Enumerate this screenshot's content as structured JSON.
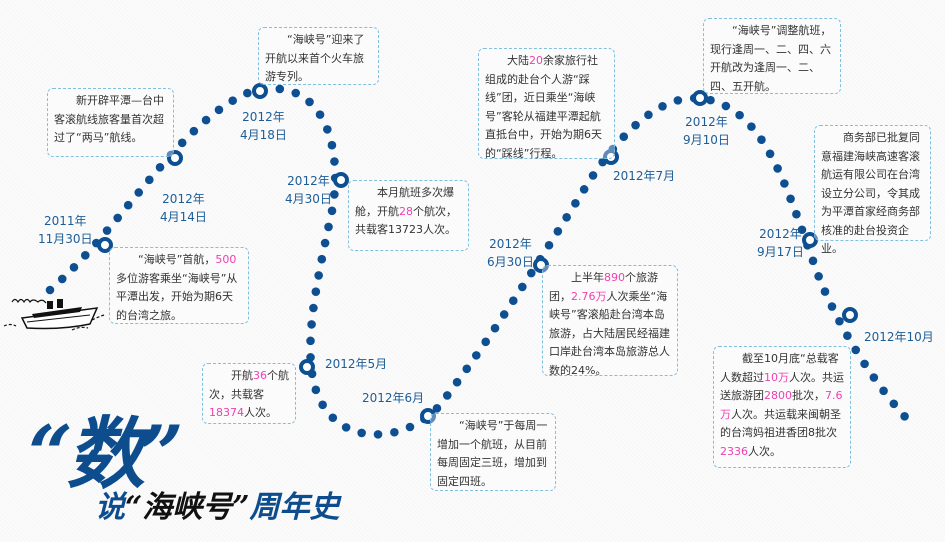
{
  "title": {
    "main": "“数”",
    "sub_prefix": "说",
    "sub_name": "“海峡号”",
    "sub_suffix": "周年史"
  },
  "colors": {
    "dot": "#0d4f91",
    "date": "#1d5d97",
    "highlight": "#f040b0",
    "border": "#7fbfe0"
  },
  "dates": [
    {
      "id": "d1",
      "line1": "2011年",
      "line2": "11月30日"
    },
    {
      "id": "d2",
      "line1": "2012年",
      "line2": "4月14日"
    },
    {
      "id": "d3",
      "line1": "2012年",
      "line2": "4月18日"
    },
    {
      "id": "d4",
      "line1": "2012年",
      "line2": "4月30日"
    },
    {
      "id": "d5",
      "line1": "2012年5月",
      "line2": ""
    },
    {
      "id": "d6",
      "line1": "2012年6月",
      "line2": ""
    },
    {
      "id": "d7",
      "line1": "2012年",
      "line2": "6月30日"
    },
    {
      "id": "d8",
      "line1": "2012年7月",
      "line2": ""
    },
    {
      "id": "d9",
      "line1": "2012年",
      "line2": "9月10日"
    },
    {
      "id": "d10",
      "line1": "2012年",
      "line2": "9月17日"
    },
    {
      "id": "d11",
      "line1": "2012年10月",
      "line2": ""
    }
  ],
  "callouts": [
    {
      "id": "c1",
      "segments": [
        {
          "t": "“海峡号”首航，"
        },
        {
          "t": "500",
          "hl": true
        },
        {
          "t": "多位游客乘坐“海峡号”从平潭出发，开始为期6天的台湾之旅。"
        }
      ]
    },
    {
      "id": "c2",
      "segments": [
        {
          "t": "新开辟平潭—台中客滚航线旅客量首次超过了“两马”航线。"
        }
      ]
    },
    {
      "id": "c3",
      "segments": [
        {
          "t": "“海峡号”迎来了开航以来首个火车旅游专列。"
        }
      ]
    },
    {
      "id": "c4",
      "segments": [
        {
          "t": "本月航班多次爆舱，开航"
        },
        {
          "t": "28",
          "hl": true
        },
        {
          "t": "个航次，共载客13723人次。"
        }
      ]
    },
    {
      "id": "c5",
      "segments": [
        {
          "t": "开航"
        },
        {
          "t": "36",
          "hl": true
        },
        {
          "t": "个航次，共载客"
        },
        {
          "t": "18374",
          "hl": true
        },
        {
          "t": "人次。"
        }
      ]
    },
    {
      "id": "c6",
      "segments": [
        {
          "t": "“海峡号”于每周一增加一个航班，从目前每周固定三班，增加到固定四班。"
        }
      ]
    },
    {
      "id": "c7",
      "segments": [
        {
          "t": "上半年"
        },
        {
          "t": "890",
          "hl": true
        },
        {
          "t": "个旅游团，"
        },
        {
          "t": "2.76万",
          "hl": true
        },
        {
          "t": "人次乘坐“海峡号”客滚船赴台湾本岛旅游，占大陆居民经福建口岸赴台湾本岛旅游总人数的24%。"
        }
      ]
    },
    {
      "id": "c8",
      "segments": [
        {
          "t": "大陆"
        },
        {
          "t": "20",
          "hl": true
        },
        {
          "t": "余家旅行社组成的赴台个人游“踩线”团，近日乘坐“海峡号”客轮从福建平潭起航直抵台中，开始为期6天的“踩线”行程。"
        }
      ]
    },
    {
      "id": "c9",
      "segments": [
        {
          "t": "“海峡号”调整航班，现行逢周一、二、四、六开航改为逢周一、二、四、五开航。"
        }
      ]
    },
    {
      "id": "c10",
      "segments": [
        {
          "t": "商务部已批复同意福建海峡高速客滚航运有限公司在台湾设立分公司，令其成为平潭首家经商务部核准的赴台投资企业。"
        }
      ]
    },
    {
      "id": "c11",
      "segments": [
        {
          "t": "截至10月底“总载客人数超过"
        },
        {
          "t": "10万",
          "hl": true
        },
        {
          "t": "人次。共运送旅游团"
        },
        {
          "t": "2800",
          "hl": true
        },
        {
          "t": "批次，"
        },
        {
          "t": "7.6万",
          "hl": true
        },
        {
          "t": "人次。共运载来闽朝圣的台湾妈祖进香团8批次"
        },
        {
          "t": "2336",
          "hl": true
        },
        {
          "t": "人次。"
        }
      ]
    }
  ]
}
